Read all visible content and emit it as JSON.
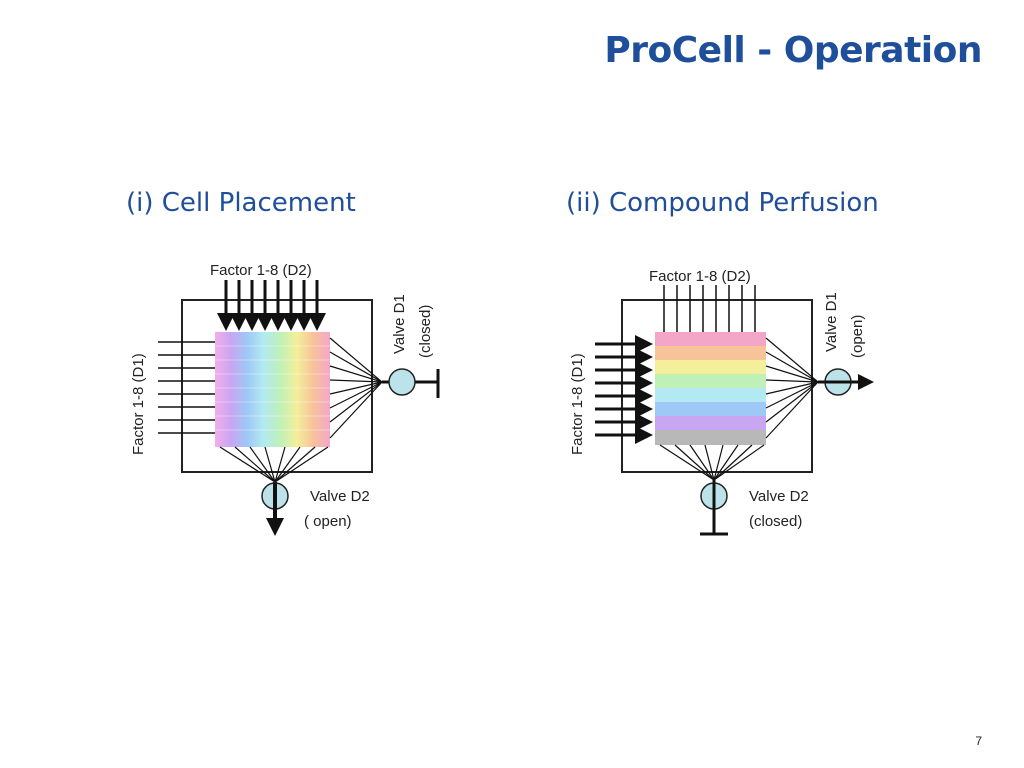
{
  "title": "ProCell - Operation",
  "page_number": "7",
  "panels": [
    {
      "heading": "(i) Cell Placement",
      "top_label": "Factor 1-8 (D2)",
      "left_label": "Factor 1-8 (D1)",
      "valve_d1_label": "Valve D1",
      "valve_d1_state": "(closed)",
      "valve_d2_label": "Valve D2",
      "valve_d2_state": "( open)"
    },
    {
      "heading": "(ii) Compound Perfusion",
      "top_label": "Factor 1-8 (D2)",
      "left_label": "Factor 1-8 (D1)",
      "valve_d1_label": "Valve D1",
      "valve_d1_state": "(open)",
      "valve_d2_label": "Valve D2",
      "valve_d2_state": "(closed)"
    }
  ],
  "colors": {
    "title": "#1f4e9a",
    "stripes": [
      "#f4a6c8",
      "#f7c49a",
      "#f4ef9a",
      "#bff0b8",
      "#b2e9f2",
      "#9ec8f5",
      "#c9a6f2",
      "#b8b8b8"
    ],
    "valve_fill": "#bde3ea"
  }
}
